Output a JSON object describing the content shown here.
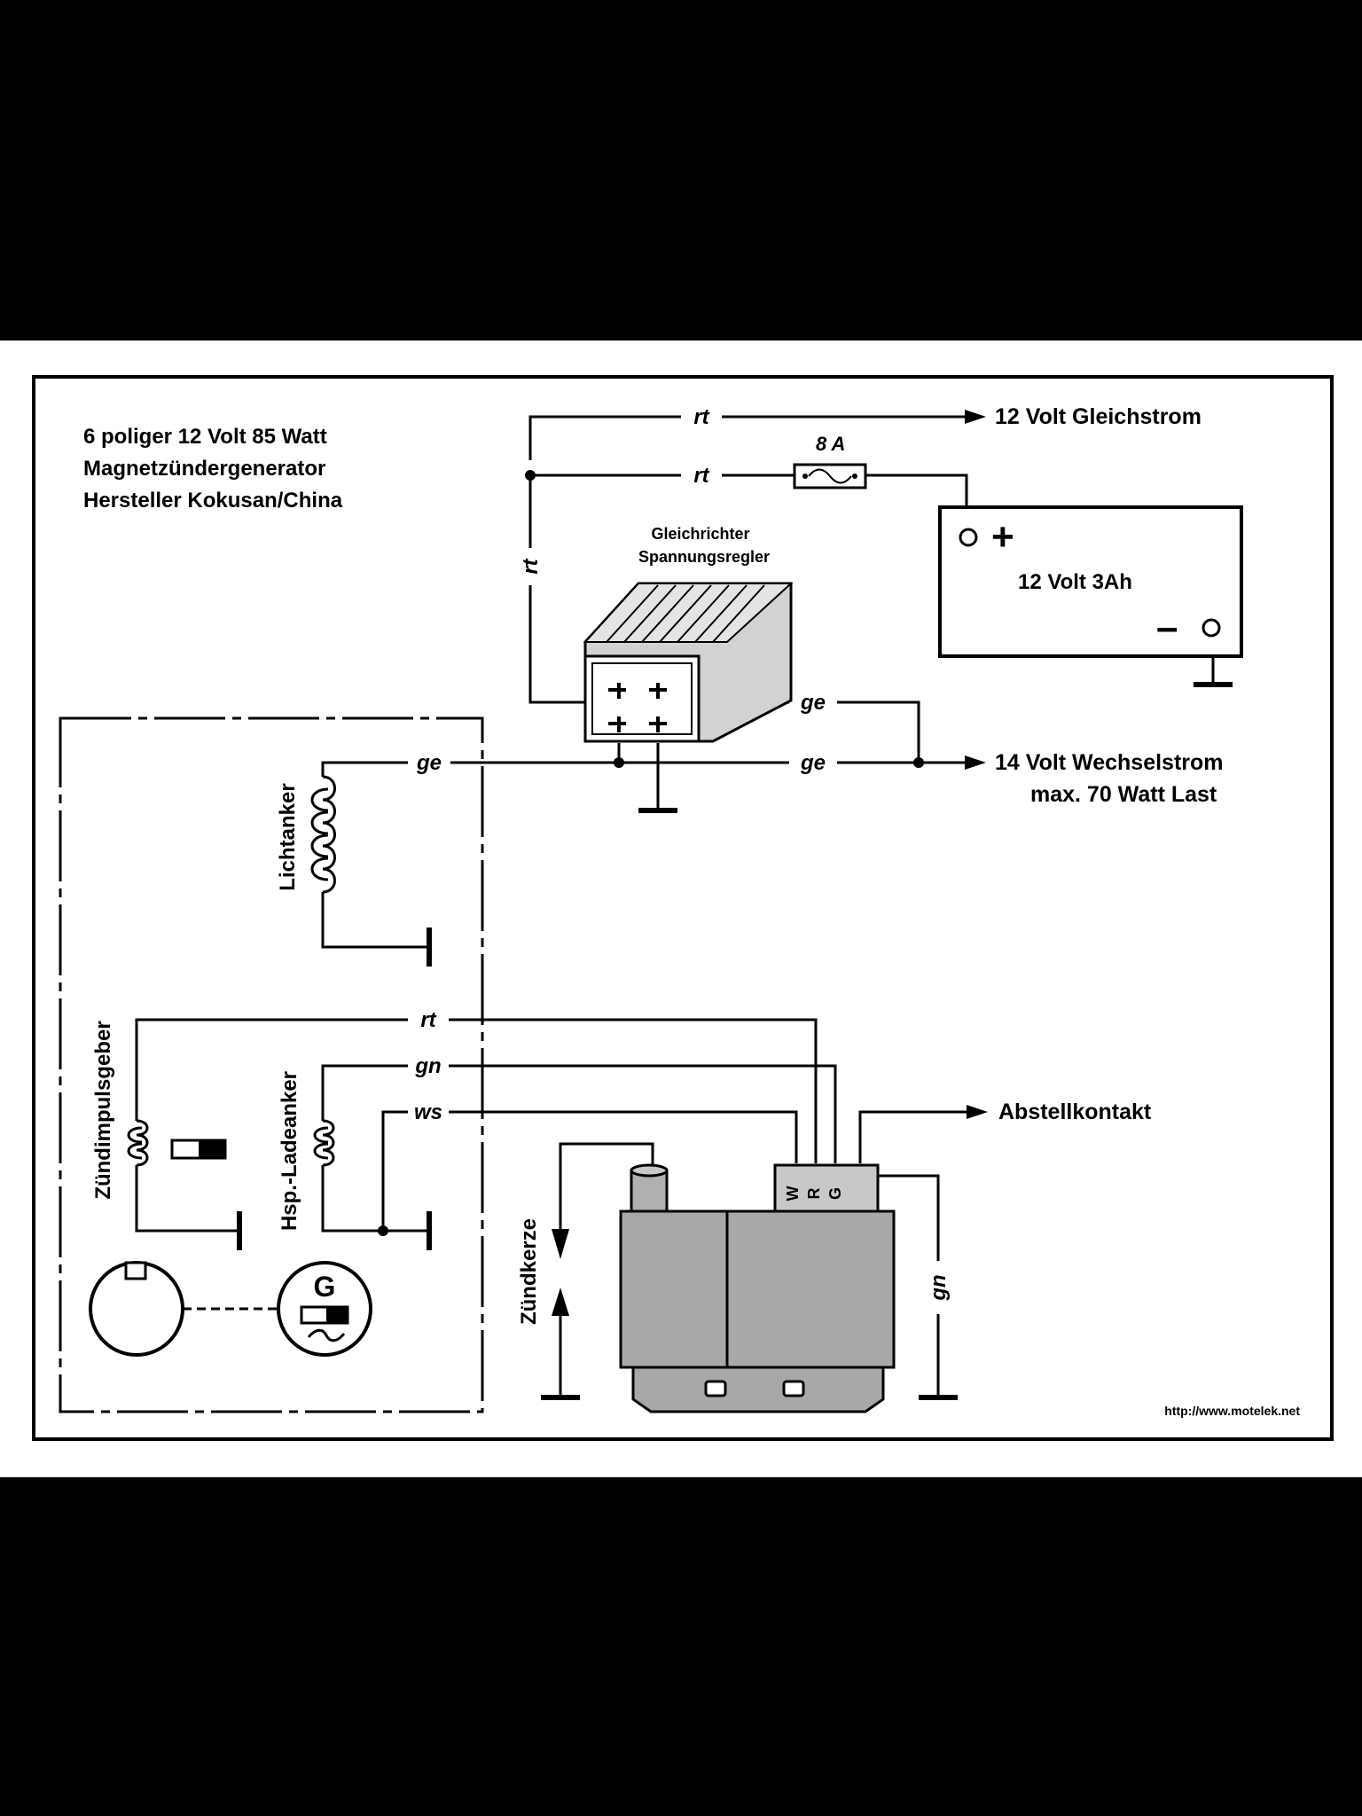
{
  "title": {
    "line1": "6 poliger 12 Volt 85 Watt",
    "line2": "Magnetzündergenerator",
    "line3": "Hersteller Kokusan/China"
  },
  "regulator": {
    "line1": "Gleichrichter",
    "line2": "Spannungsregler"
  },
  "battery": {
    "label": "12 Volt 3Ah",
    "plus": "+",
    "minus": "–"
  },
  "fuse": {
    "label": "8  A"
  },
  "outputs": {
    "dc": "12 Volt Gleichstrom",
    "ac_line1": "14 Volt Wechselstrom",
    "ac_line2": "max. 70 Watt Last",
    "kill": "Abstellkontakt"
  },
  "wires": {
    "rt_top": "rt",
    "rt_fuse": "rt",
    "rt_vertical": "rt",
    "ge_regulator": "ge",
    "ge_left": "ge",
    "ge_right": "ge",
    "rt_ignition": "rt",
    "gn_ignition": "gn",
    "ws_ignition": "ws",
    "gn_ground": "gn"
  },
  "coils": {
    "light": "Lichtanker",
    "pulse": "Zündimpulsgeber",
    "charge": "Hsp.-Ladeanker"
  },
  "generator_symbol": "G",
  "ignition_terminals": [
    "W",
    "R",
    "G"
  ],
  "spark_plug": "Zündkerze",
  "website": "http://www.motelek.net"
}
